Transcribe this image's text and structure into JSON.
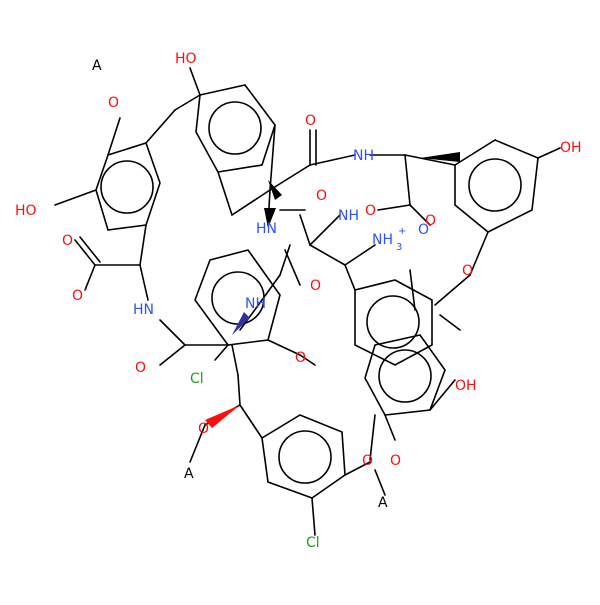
{
  "colors": {
    "bond": "#000000",
    "oxygen": "#ff0d0d",
    "nitrogen": "#3050f8",
    "chlorine": "#1ff01f",
    "wedge_dark": "#3030a0",
    "background": "#ffffff"
  },
  "atom_labels": {
    "a1": "A",
    "o1": "O",
    "oh1": "HO",
    "oh2": "HO",
    "oh3": "OH",
    "oh4": "OH",
    "co1": "O",
    "coo_o": "O",
    "coo_minus": "-",
    "nh1": "HN",
    "nh2": "NH",
    "nh3": "NH",
    "nh4": "NH",
    "nh5": "HN",
    "nh3plus": "NH",
    "nh3plus_sub": "3",
    "nh3plus_sup": "+",
    "o_amide1": "O",
    "o_amide2": "O",
    "o_amide3": "O",
    "o_amide4": "O",
    "o_amide5": "O",
    "o_amide6": "O",
    "o_amide7": "O",
    "o_ether1": "O",
    "o_ether2": "O",
    "o_ether3": "O",
    "o_ether4": "O",
    "o_ether5": "O",
    "cl1": "Cl",
    "cl2": "Cl",
    "a2": "A",
    "a3": "A"
  }
}
